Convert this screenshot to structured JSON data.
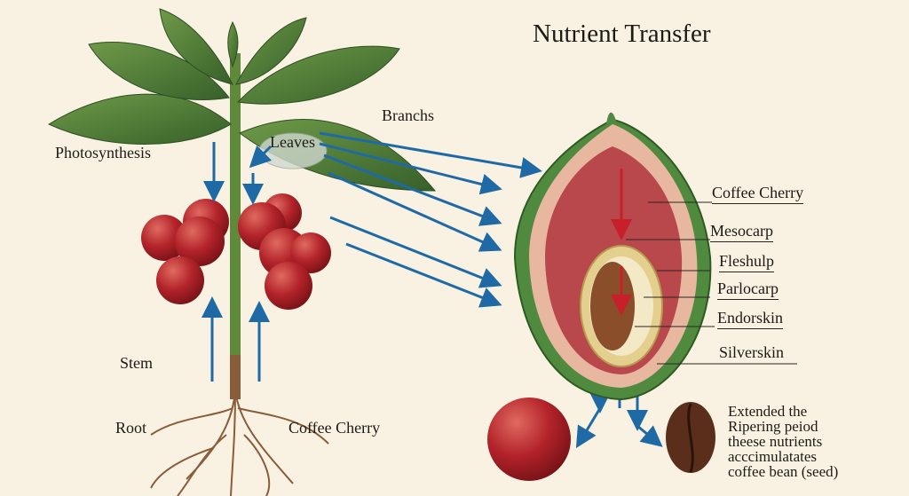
{
  "title": "Nutrient Transfer",
  "plant_labels": {
    "photosynthesis": "Photosynthesis",
    "branchs": "Branchs",
    "leaves": "Leaves",
    "stem": "Stem",
    "root": "Root",
    "coffee_cherry": "Coffee Cherry"
  },
  "cross_section_labels": [
    "Coffee Cherry",
    "Mesocarp",
    "Fleshulp",
    "Parlocarp",
    "Endorskin",
    "Silverskin"
  ],
  "note_lines": [
    "Extended the",
    "Ripering peiod",
    "theese nutrients",
    "acccimulatates",
    "coffee bean (seed)"
  ],
  "colors": {
    "arrow_blue": "#1f6aa5",
    "arrow_red": "#c8202a",
    "cherry_red": "#b3232a",
    "leaf_green": "#4f7d3a",
    "background": "#f9f2e3"
  }
}
